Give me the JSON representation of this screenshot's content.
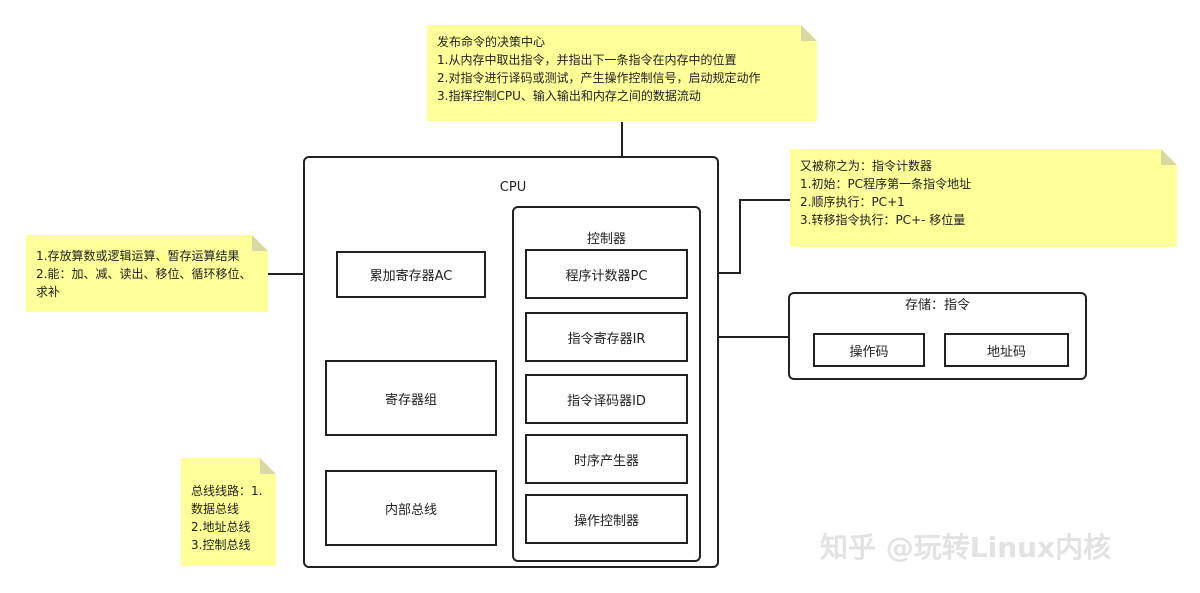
{
  "notes": {
    "controller_note": {
      "lines": [
        "发布命令的决策中心",
        "1.从内存中取出指令，并指出下一条指令在内存中的位置",
        "2.对指令进行译码或测试，产生操作控制信号，启动规定动作",
        "3.指挥控制CPU、输入输出和内存之间的数据流动"
      ]
    },
    "pc_note": {
      "lines": [
        "又被称之为：指令计数器",
        "1.初始：PC程序第一条指令地址",
        "2.顺序执行：PC+1",
        "3.转移指令执行：PC+- 移位量"
      ]
    },
    "ac_note": {
      "lines": [
        "1.存放算数或逻辑运算、暂存运算结果",
        "2.能：加、减、读出、移位、循环移位、求补"
      ]
    },
    "bus_note": {
      "lines": [
        "总线线路：1.数据总线",
        "2.地址总线",
        "3.控制总线"
      ]
    }
  },
  "cpu": {
    "title": "CPU",
    "ac": "累加寄存器AC",
    "register_group": "寄存器组",
    "internal_bus": "内部总线",
    "controller": {
      "title": "控制器",
      "pc": "程序计数器PC",
      "ir": "指令寄存器IR",
      "id": "指令译码器ID",
      "timing": "时序产生器",
      "op_controller": "操作控制器"
    }
  },
  "storage": {
    "title": "存储：指令",
    "opcode": "操作码",
    "address": "地址码"
  },
  "watermark": "知乎 @玩转Linux内核"
}
